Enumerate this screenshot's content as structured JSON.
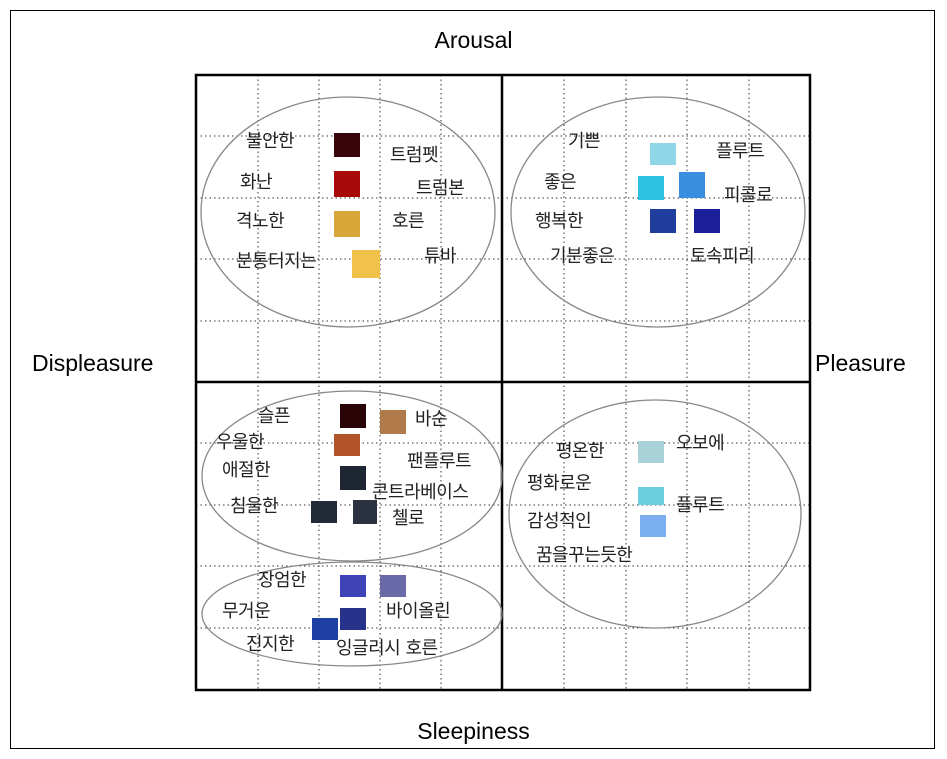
{
  "axes": {
    "top": "Arousal",
    "bottom": "Sleepiness",
    "left": "Displeasure",
    "right": "Pleasure"
  },
  "quadrants": [
    {
      "name": "top-left",
      "emotion_words": [
        "불안한",
        "화난",
        "격노한",
        "분통터지는"
      ],
      "instrument_words": [
        "트럼펫",
        "트럼본",
        "호른",
        "튜바"
      ],
      "swatch_colors": [
        "#3a0508",
        "#a80a0a",
        "#d9a63a",
        "#f0c24a"
      ]
    },
    {
      "name": "top-right",
      "emotion_words": [
        "기쁜",
        "좋은",
        "행복한",
        "기분좋은"
      ],
      "instrument_words": [
        "플루트",
        "피콜로",
        "토속피리"
      ],
      "swatch_colors": [
        "#8fd6e6",
        "#2ec0e0",
        "#3a8ee0",
        "#1f3d9c",
        "#1c1f9a"
      ]
    },
    {
      "name": "bottom-left-upper",
      "emotion_words": [
        "슬픈",
        "우울한",
        "애절한",
        "침울한"
      ],
      "instrument_words": [
        "바순",
        "팬플루트",
        "콘트라베이스",
        "첼로"
      ],
      "swatch_colors": [
        "#2a0508",
        "#b07a4a",
        "#b2542a",
        "#1e2533",
        "#202a36",
        "#2a3140"
      ]
    },
    {
      "name": "bottom-left-lower",
      "emotion_words": [
        "장엄한",
        "무거운",
        "진지한"
      ],
      "instrument_words": [
        "바이올린",
        "잉글리시 호른"
      ],
      "swatch_colors": [
        "#3f43b8",
        "#6a6aa8",
        "#27338a",
        "#1f3fa5"
      ]
    },
    {
      "name": "bottom-right",
      "emotion_words": [
        "평온한",
        "평화로운",
        "감성적인",
        "꿈을꾸는듯한"
      ],
      "instrument_words": [
        "오보에",
        "플루트"
      ],
      "swatch_colors": [
        "#a9d2d8",
        "#6ccfe0",
        "#7aaef0"
      ]
    }
  ]
}
